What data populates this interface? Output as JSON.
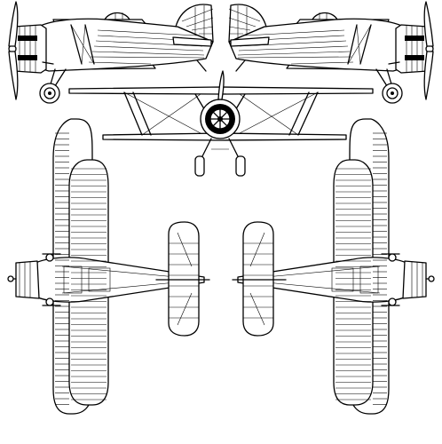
{
  "drawing": {
    "views": [
      {
        "id": "side-left",
        "orientation": "facing-left"
      },
      {
        "id": "side-right",
        "orientation": "facing-right"
      },
      {
        "id": "front",
        "orientation": "front"
      },
      {
        "id": "top",
        "orientation": "plan-from-above"
      },
      {
        "id": "bottom",
        "orientation": "plan-from-below"
      }
    ],
    "line_color": "#000000",
    "background_color": "#ffffff"
  }
}
